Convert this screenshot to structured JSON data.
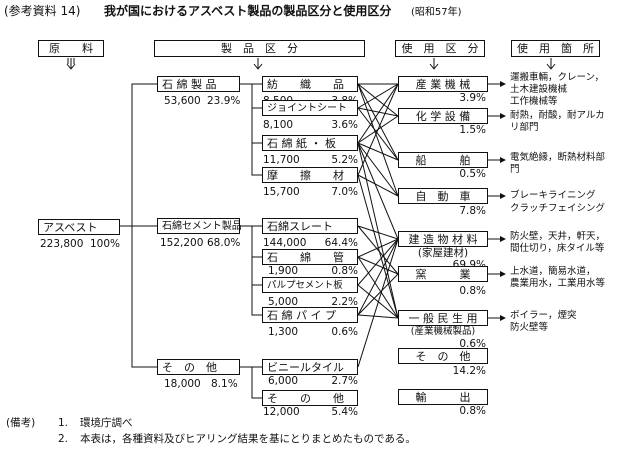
{
  "title": {
    "prefix": "(参考資料 14)",
    "main": "我が国におけるアスベスト製品の製品区分と使用区分",
    "era": "(昭和57年)"
  },
  "headers": {
    "raw": "原　　料",
    "product": "製　品　区　分",
    "use": "使　用　区　分",
    "place": "使　用　箇　所"
  },
  "root": {
    "label": "アスベスト",
    "amount": "223,800",
    "pct": "100%"
  },
  "groups": [
    {
      "label": "石 綿 製 品",
      "amount": "53,600",
      "pct": "23.9%"
    },
    {
      "label": "石綿セメント製品",
      "amount": "152,200",
      "pct": "68.0%"
    },
    {
      "label": "そ　の　他",
      "amount": "18,000",
      "pct": "8.1%"
    }
  ],
  "products": [
    {
      "label": "紡　　織　　品",
      "amount": "8,500",
      "pct": "3.8%"
    },
    {
      "label": "ジョイントシート",
      "amount": "8,100",
      "pct": "3.6%"
    },
    {
      "label": "石 綿 紙 ・ 板",
      "amount": "11,700",
      "pct": "5.2%"
    },
    {
      "label": "摩　　擦　　材",
      "amount": "15,700",
      "pct": "7.0%"
    },
    {
      "label": "石綿スレート",
      "amount": "144,000",
      "pct": "64.4%"
    },
    {
      "label": "石　　綿　　管",
      "amount": "1,900",
      "pct": "0.8%"
    },
    {
      "label": "パルプセメント板",
      "amount": "5,000",
      "pct": "2.2%"
    },
    {
      "label": "石 綿 パ イ プ",
      "amount": "1,300",
      "pct": "0.6%"
    },
    {
      "label": "ビニールタイル",
      "amount": "6,000",
      "pct": "2.7%"
    },
    {
      "label": "そ　　の　　他",
      "amount": "12,000",
      "pct": "5.4%"
    }
  ],
  "uses": [
    {
      "label": "産 業 機 械",
      "pct": "3.9%"
    },
    {
      "label": "化 学 設 備",
      "pct": "1.5%"
    },
    {
      "label": "船　　　舶",
      "pct": "0.5%"
    },
    {
      "label": "自　動　車",
      "pct": "7.8%"
    },
    {
      "label": "建 造 物 材 料",
      "sub": "(家屋建材)",
      "pct": "69.9%"
    },
    {
      "label": "窯　　　業",
      "pct": "0.8%"
    },
    {
      "label": "一 般 民 生 用",
      "sub": "(産業機械製品)",
      "pct": "0.6%"
    },
    {
      "label": "そ　の　他",
      "pct": "14.2%"
    },
    {
      "label": "輸　　　出",
      "pct": "0.8%"
    }
  ],
  "places": [
    {
      "line1": "運搬車輛，クレーン，",
      "line2": "土木建設機械",
      "line3": "工作機械等"
    },
    {
      "line1": "耐熱，耐酸，耐アルカ",
      "line2": "リ部門"
    },
    {
      "line1": "電気絶縁，断熱材料部",
      "line2": "門"
    },
    {
      "line1": "ブレーキライニング",
      "line2": "クラッチフェイシング"
    },
    {
      "line1": "防火壁，天井，軒天，",
      "line2": "間仕切り，床タイル等"
    },
    {
      "line1": "上水道，簡易水道，",
      "line2": "農業用水，工業用水等"
    },
    {
      "line1": "ボイラー，煙突",
      "line2": "防火壁等"
    }
  ],
  "notes": {
    "label": "(備考)",
    "n1": "1.",
    "t1": "環境庁調べ",
    "n2": "2.",
    "t2": "本表は，各種資料及びヒアリング結果を基にとりまとめたものである。"
  }
}
